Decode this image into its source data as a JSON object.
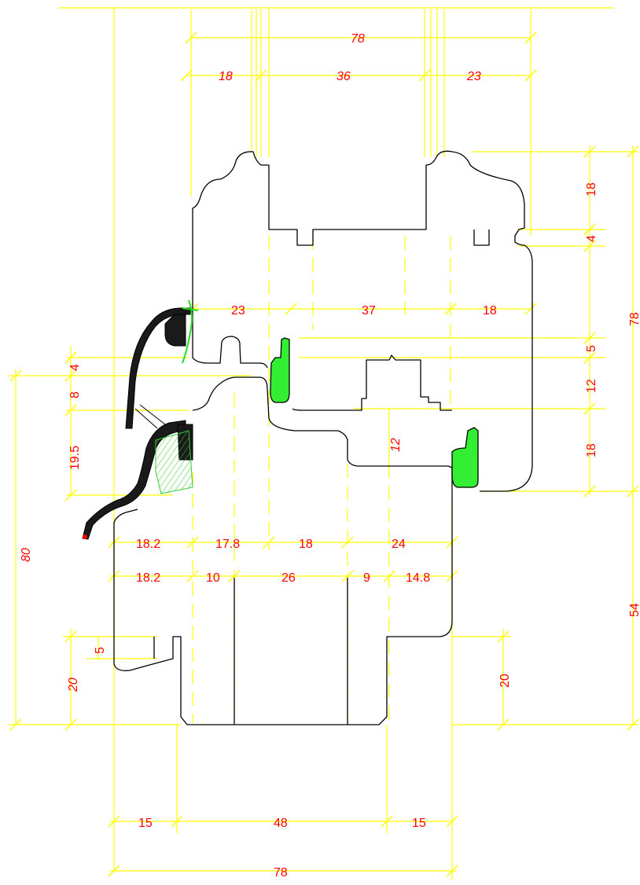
{
  "colors": {
    "dimension_lines": "#ffff00",
    "dimension_text": "#ff0000",
    "profile": "#000000",
    "gasket": "#33ee33",
    "background": "#ffffff"
  },
  "dims": {
    "top_78": "78",
    "top_18": "18",
    "top_36": "36",
    "top_23": "23",
    "mid_23": "23",
    "mid_37": "37",
    "mid_18": "18",
    "mid_12": "12",
    "right_18": "18",
    "right_4": "4",
    "right_5": "5",
    "right_12": "12",
    "right_18b": "18",
    "right_78": "78",
    "right_54": "54",
    "right_20": "20",
    "left_4": "4",
    "left_8": "8",
    "left_19_5": "19.5",
    "left_80": "80",
    "left_5": "5",
    "left_20": "20",
    "row1_18_2": "18.2",
    "row1_17_8": "17.8",
    "row1_18": "18",
    "row1_24": "24",
    "row2_18_2": "18.2",
    "row2_10": "10",
    "row2_26": "26",
    "row2_9": "9",
    "row2_14_8": "14.8",
    "bottom_15a": "15",
    "bottom_48": "48",
    "bottom_15b": "15",
    "bottom_78": "78"
  }
}
